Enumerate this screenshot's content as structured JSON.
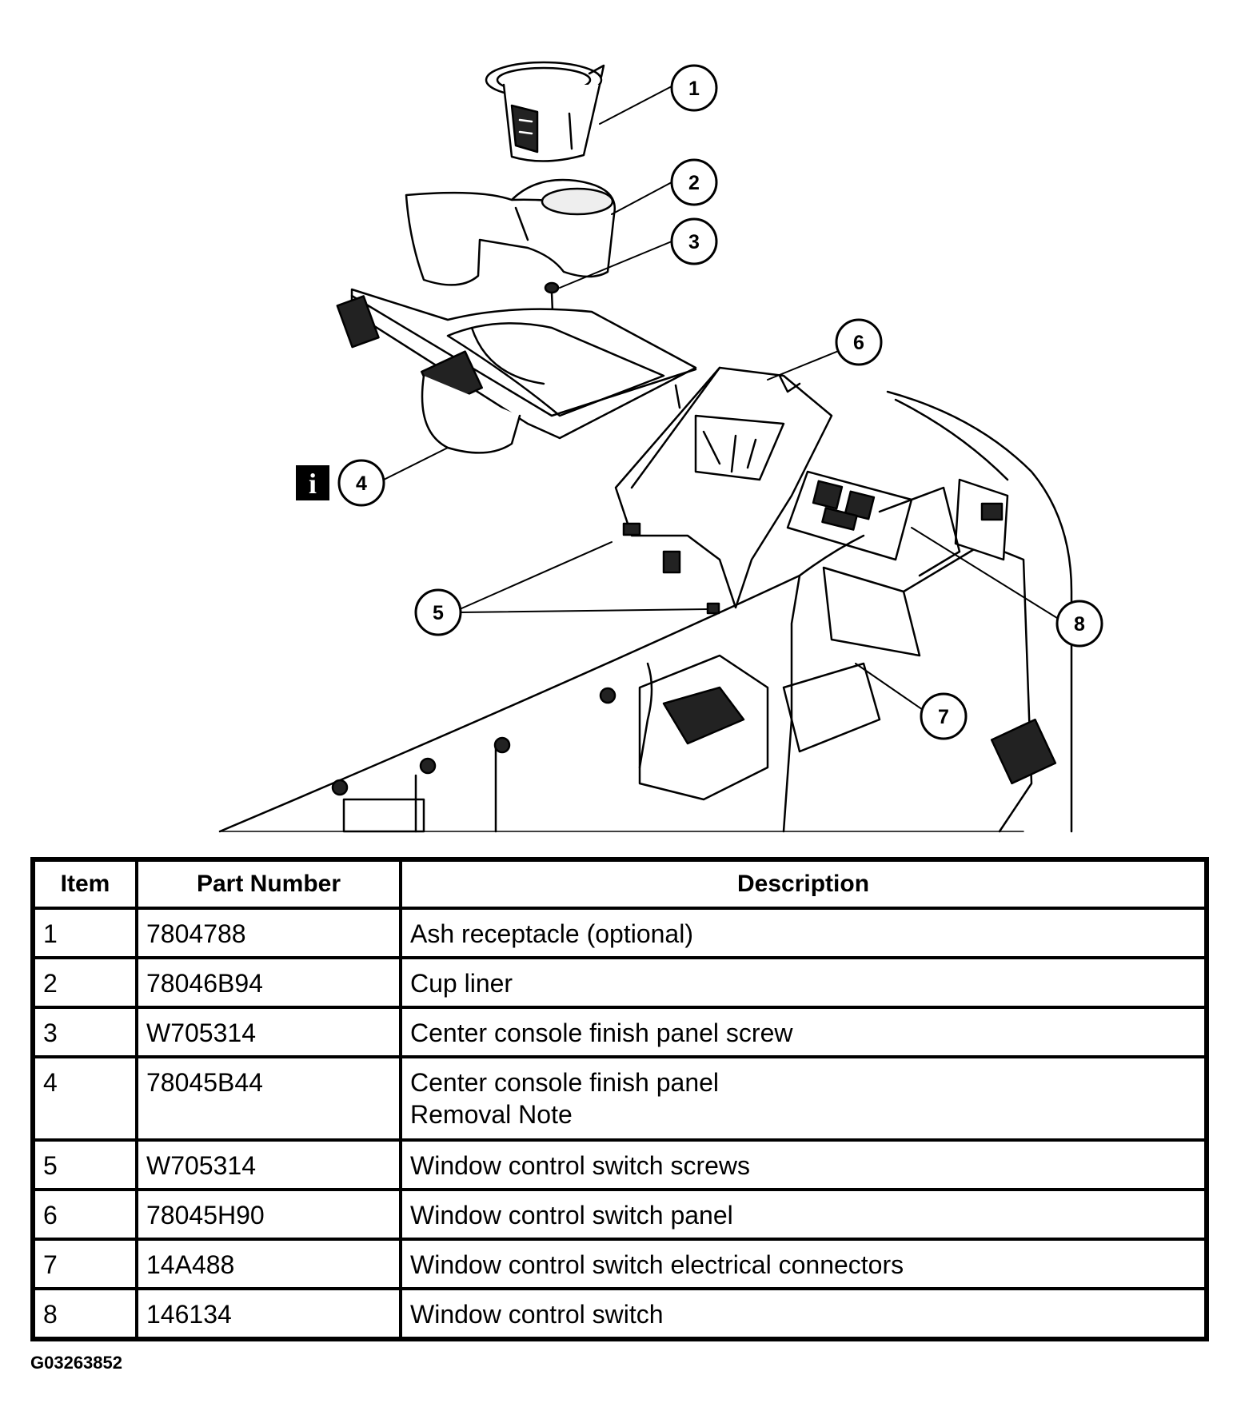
{
  "diagram": {
    "callouts": [
      {
        "id": "callout-1",
        "label": "1"
      },
      {
        "id": "callout-2",
        "label": "2"
      },
      {
        "id": "callout-3",
        "label": "3"
      },
      {
        "id": "callout-4",
        "label": "4"
      },
      {
        "id": "callout-5",
        "label": "5"
      },
      {
        "id": "callout-6",
        "label": "6"
      },
      {
        "id": "callout-7",
        "label": "7"
      },
      {
        "id": "callout-8",
        "label": "8"
      }
    ],
    "info_badge": "i",
    "icon": "info-icon"
  },
  "table": {
    "headers": {
      "item": "Item",
      "part_number": "Part Number",
      "description": "Description"
    },
    "rows": [
      {
        "item": "1",
        "part_number": "7804788",
        "description": [
          "Ash receptacle (optional)"
        ]
      },
      {
        "item": "2",
        "part_number": "78046B94",
        "description": [
          "Cup liner"
        ]
      },
      {
        "item": "3",
        "part_number": "W705314",
        "description": [
          "Center console finish panel screw"
        ]
      },
      {
        "item": "4",
        "part_number": "78045B44",
        "description": [
          "Center console finish panel",
          "Removal Note"
        ]
      },
      {
        "item": "5",
        "part_number": "W705314",
        "description": [
          "Window control switch screws"
        ]
      },
      {
        "item": "6",
        "part_number": "78045H90",
        "description": [
          "Window control switch panel"
        ]
      },
      {
        "item": "7",
        "part_number": "14A488",
        "description": [
          "Window control switch electrical connectors"
        ]
      },
      {
        "item": "8",
        "part_number": "146134",
        "description": [
          "Window control switch"
        ]
      }
    ]
  },
  "figure_id": "G03263852"
}
